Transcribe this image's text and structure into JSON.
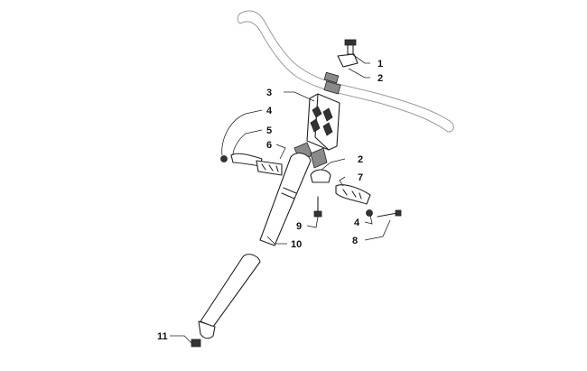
{
  "callouts": [
    {
      "id": "c1",
      "label": "1"
    },
    {
      "id": "c2a",
      "label": "2"
    },
    {
      "id": "c3",
      "label": "3"
    },
    {
      "id": "c4a",
      "label": "4"
    },
    {
      "id": "c5",
      "label": "5"
    },
    {
      "id": "c6",
      "label": "6"
    },
    {
      "id": "c2b",
      "label": "2"
    },
    {
      "id": "c7",
      "label": "7"
    },
    {
      "id": "c9",
      "label": "9"
    },
    {
      "id": "c4b",
      "label": "4"
    },
    {
      "id": "c10",
      "label": "10"
    },
    {
      "id": "c8",
      "label": "8"
    },
    {
      "id": "c11",
      "label": "11"
    }
  ]
}
